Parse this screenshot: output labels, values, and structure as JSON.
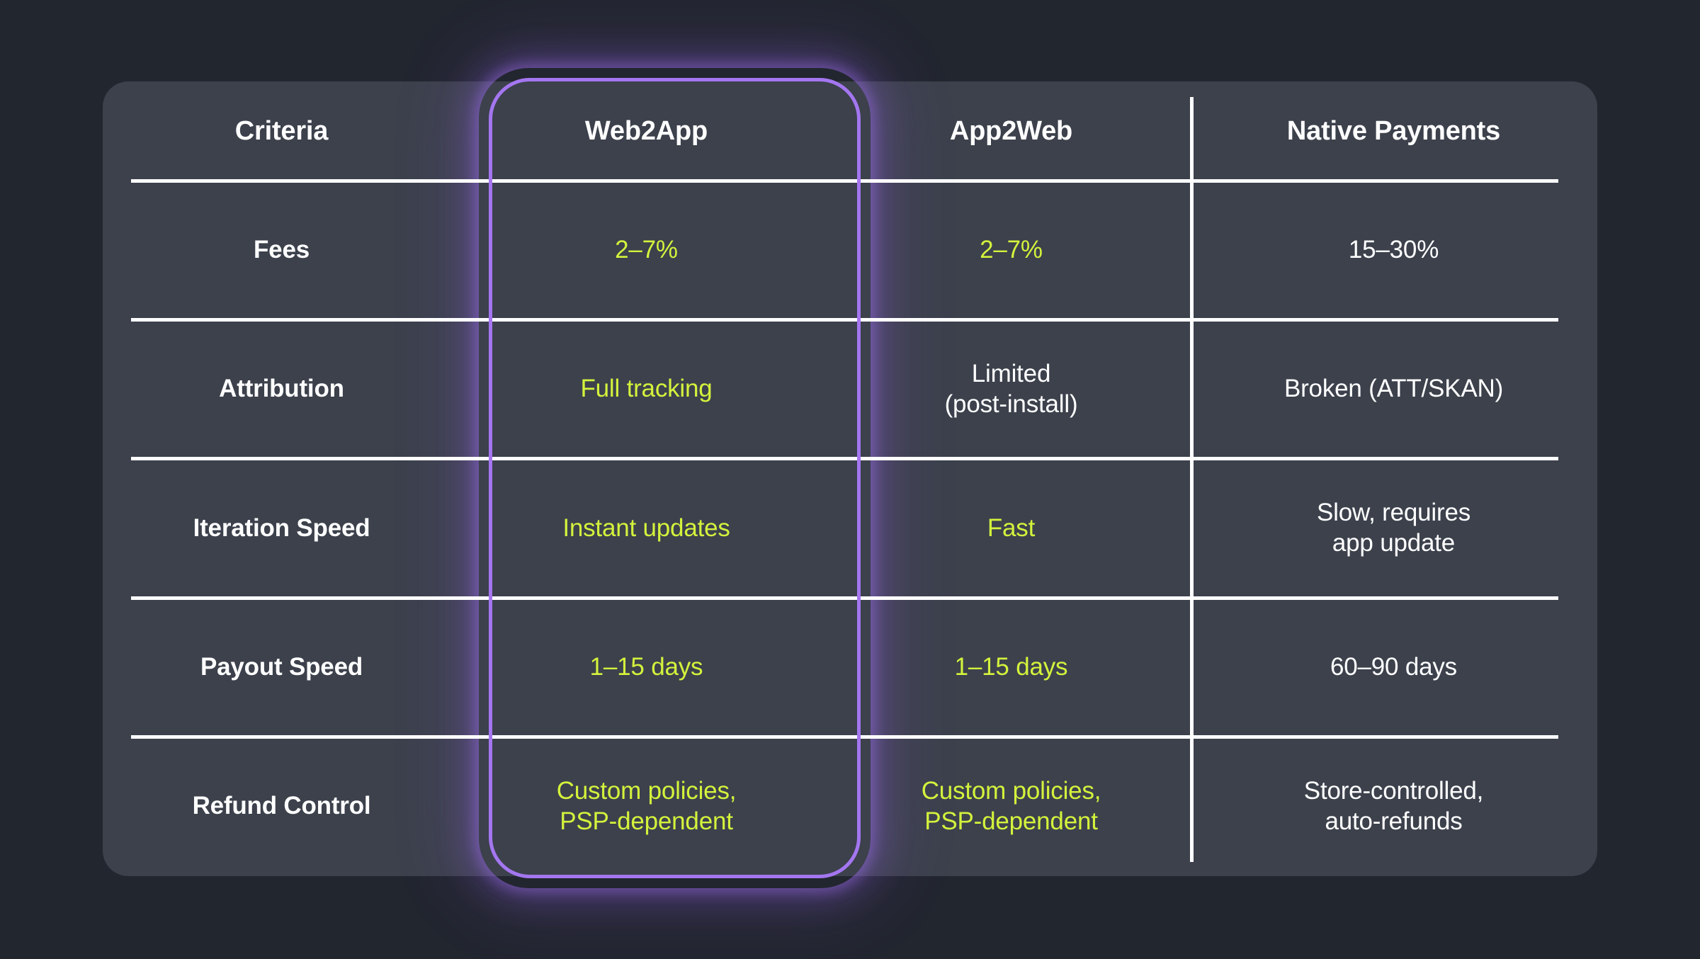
{
  "theme": {
    "page_background": "#22262f",
    "card_background": "#3c414c",
    "rule_color": "#ffffff",
    "text_color": "#ffffff",
    "accent_color": "#d4f23c",
    "highlight_color": "#a476f0"
  },
  "table": {
    "headers": [
      {
        "label": "Criteria",
        "highlighted": false
      },
      {
        "label": "Web2App",
        "highlighted": true
      },
      {
        "label": "App2Web",
        "highlighted": false
      },
      {
        "label": "Native Payments",
        "highlighted": false
      }
    ],
    "rows": [
      {
        "criteria": "Fees",
        "web2app": "2–7%",
        "web2app_accent": true,
        "app2web": "2–7%",
        "app2web_accent": true,
        "native": "15–30%",
        "native_accent": false
      },
      {
        "criteria": "Attribution",
        "web2app": "Full tracking",
        "web2app_accent": true,
        "app2web": "Limited\n(post-install)",
        "app2web_accent": false,
        "native": "Broken (ATT/SKAN)",
        "native_accent": false
      },
      {
        "criteria": "Iteration Speed",
        "web2app": "Instant updates",
        "web2app_accent": true,
        "app2web": "Fast",
        "app2web_accent": true,
        "native": "Slow, requires\napp update",
        "native_accent": false
      },
      {
        "criteria": "Payout Speed",
        "web2app": "1–15 days",
        "web2app_accent": true,
        "app2web": "1–15 days",
        "app2web_accent": true,
        "native": "60–90 days",
        "native_accent": false
      },
      {
        "criteria": "Refund Control",
        "web2app": "Custom policies,\nPSP-dependent",
        "web2app_accent": true,
        "app2web": "Custom policies,\nPSP-dependent",
        "app2web_accent": true,
        "native": "Store-controlled,\nauto-refunds",
        "native_accent": false
      }
    ]
  }
}
